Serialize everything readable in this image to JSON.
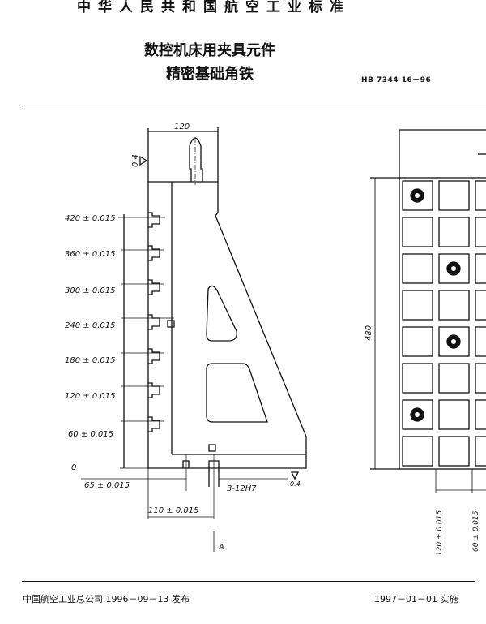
{
  "header": {
    "standard_name": "中华人民共和国航空工业标准",
    "title_line1": "数控机床用夹具元件",
    "title_line2": "精密基础角铁",
    "standard_code": "HB 7344 16－96"
  },
  "drawing": {
    "side_view": {
      "width_dim": "120",
      "roughness_top": "0.4",
      "roughness_bottom": "0.4",
      "height_dims": [
        "420 ± 0.015",
        "360 ± 0.015",
        "300 ± 0.015",
        "240 ± 0.015",
        "180 ± 0.015",
        "120 ± 0.015",
        "60 ± 0.015"
      ],
      "zero_label": "0",
      "dim_65": "65 ± 0.015",
      "dim_110": "110 ± 0.015",
      "hole_note": "3-12H7",
      "view_label": "A"
    },
    "front_view": {
      "height_dim": "480",
      "col_dims": [
        "120 ± 0.015",
        "60 ± 0.015"
      ]
    }
  },
  "footer": {
    "issuer": "中国航空工业总公司 1996－09－13 发布",
    "effective": "1997－01－01 实施"
  }
}
